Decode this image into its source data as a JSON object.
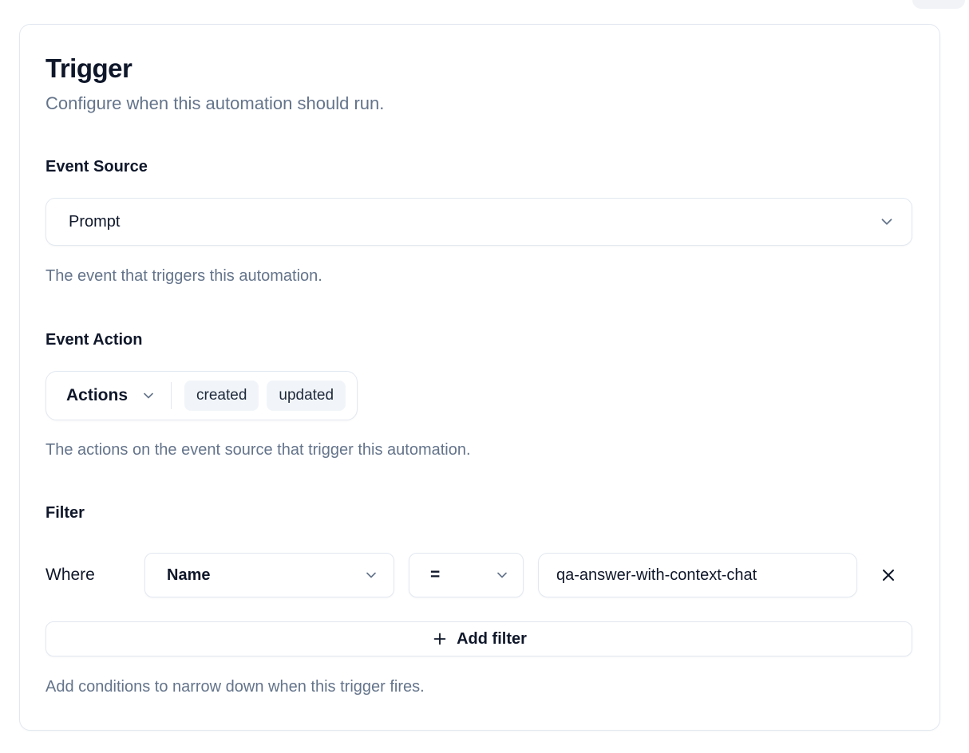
{
  "header": {
    "title": "Trigger",
    "subtitle": "Configure when this automation should run."
  },
  "event_source": {
    "label": "Event Source",
    "value": "Prompt",
    "helper": "The event that triggers this automation."
  },
  "event_action": {
    "label": "Event Action",
    "dropdown_label": "Actions",
    "selected": [
      "created",
      "updated"
    ],
    "helper": "The actions on the event source that trigger this automation."
  },
  "filter": {
    "label": "Filter",
    "where_label": "Where",
    "field": "Name",
    "operator": "=",
    "value": "qa-answer-with-context-chat",
    "add_button_label": "Add filter",
    "helper": "Add conditions to narrow down when this trigger fires."
  },
  "colors": {
    "border": "#e2e8f0",
    "text": "#0f172a",
    "muted_text": "#64748b",
    "pill_background": "#f1f5f9",
    "icon": "#64748b"
  }
}
